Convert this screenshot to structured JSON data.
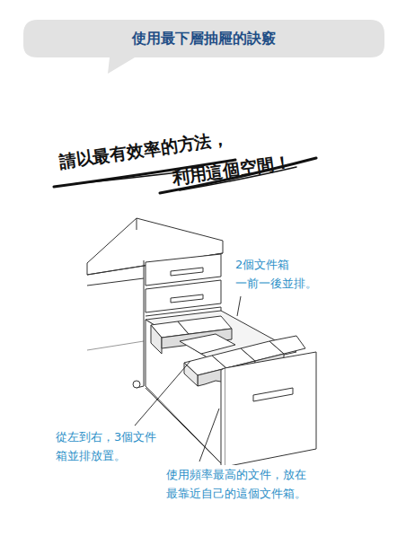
{
  "diagram": {
    "title": "使用最下層抽屜的訣竅",
    "labels": [
      "請以最有效率的方法，",
      "利用這個空間！",
      "2個文件箱 一前一後並排。",
      "從左到右，3個文件 箱並排放置。",
      "使用頻率最高的文件，放在 最靠近自己的這個文件箱。"
    ]
  }
}
